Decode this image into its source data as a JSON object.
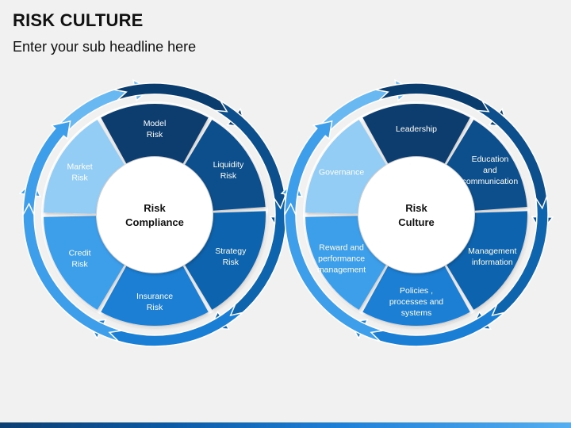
{
  "header": {
    "title": "RISK CULTURE",
    "subtitle": "Enter your sub headline here"
  },
  "colors": {
    "c1": "#0b3c6e",
    "c2": "#0c4f8c",
    "c3": "#0e64ad",
    "c4": "#1a7fd4",
    "c5": "#3e9eea",
    "c6": "#69b8f2",
    "c7": "#93cdf6"
  },
  "diagrams": [
    {
      "name": "risk-compliance",
      "center": [
        "Risk",
        "Compliance"
      ],
      "segments": [
        {
          "lines": [
            "Model",
            "Risk"
          ],
          "color": "#0b3c6e"
        },
        {
          "lines": [
            "Liquidity",
            "Risk"
          ],
          "color": "#0c4f8c"
        },
        {
          "lines": [
            "Strategy",
            "Risk"
          ],
          "color": "#0e64ad"
        },
        {
          "lines": [
            "Insurance",
            "Risk"
          ],
          "color": "#1a7fd4"
        },
        {
          "lines": [
            "Credit",
            "Risk"
          ],
          "color": "#3e9eea"
        },
        {
          "lines": [
            "Market",
            "Risk"
          ],
          "color": "#93cdf6"
        }
      ]
    },
    {
      "name": "risk-culture",
      "center": [
        "Risk",
        "Culture"
      ],
      "segments": [
        {
          "lines": [
            "Leadership"
          ],
          "color": "#0b3c6e"
        },
        {
          "lines": [
            "Education",
            "and",
            "communication"
          ],
          "color": "#0c4f8c"
        },
        {
          "lines": [
            "Management",
            "information"
          ],
          "color": "#0e64ad"
        },
        {
          "lines": [
            "Policies ,",
            "processes and",
            "systems"
          ],
          "color": "#1a7fd4"
        },
        {
          "lines": [
            "Reward and",
            "performance",
            "management"
          ],
          "color": "#3e9eea"
        },
        {
          "lines": [
            "Governance"
          ],
          "color": "#93cdf6"
        }
      ]
    }
  ]
}
